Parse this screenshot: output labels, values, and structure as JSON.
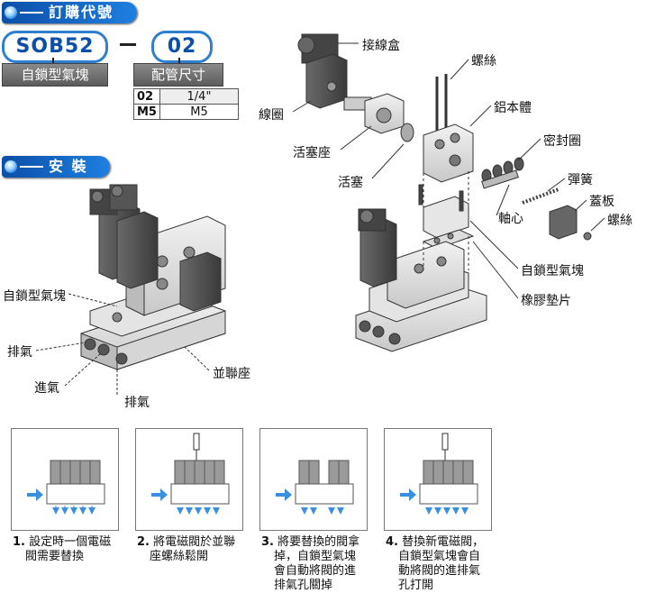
{
  "order": {
    "banner": "訂購代號",
    "model_code": "SOB52",
    "separator": "—",
    "port_code": "02",
    "model_label": "自鎖型氣塊",
    "port_label": "配管尺寸",
    "table": [
      {
        "code": "02",
        "size": "1/4\""
      },
      {
        "code": "M5",
        "size": "M5"
      }
    ]
  },
  "install": {
    "banner": "安 裝",
    "labels": {
      "block": "自鎖型氣塊",
      "exhaust_left": "排氣",
      "intake": "進氣",
      "exhaust_bottom": "排氣",
      "manifold": "並聯座"
    }
  },
  "exploded": {
    "labels": {
      "junction_box": "接線盒",
      "coil": "線圈",
      "piston_seat": "活塞座",
      "piston": "活塞",
      "screw_top": "螺絲",
      "aluminum_body": "鋁本體",
      "seal_ring": "密封圈",
      "spring": "彈簧",
      "spool": "軸心",
      "cover_plate": "蓋板",
      "screw_right": "螺絲",
      "self_lock_block": "自鎖型氣塊",
      "rubber_gasket": "橡膠墊片"
    }
  },
  "steps": [
    {
      "num": "1.",
      "lines": [
        "設定時一個電磁",
        "閥需要替換"
      ]
    },
    {
      "num": "2.",
      "lines": [
        "將電磁閥於並聯",
        "座螺絲鬆開"
      ]
    },
    {
      "num": "3.",
      "lines": [
        "將要替換的閥拿",
        "掉，自鎖型氣塊",
        "會自動將閥的進",
        "排氣孔關掉"
      ]
    },
    {
      "num": "4.",
      "lines": [
        "替換新電磁閥，",
        "自鎖型氣塊會自",
        "動將閥的進排氣",
        "孔打開"
      ]
    }
  ],
  "colors": {
    "banner": "#1e7fe0",
    "pill_border": "#2f7fd0",
    "arrow": "#3a8fe0"
  }
}
